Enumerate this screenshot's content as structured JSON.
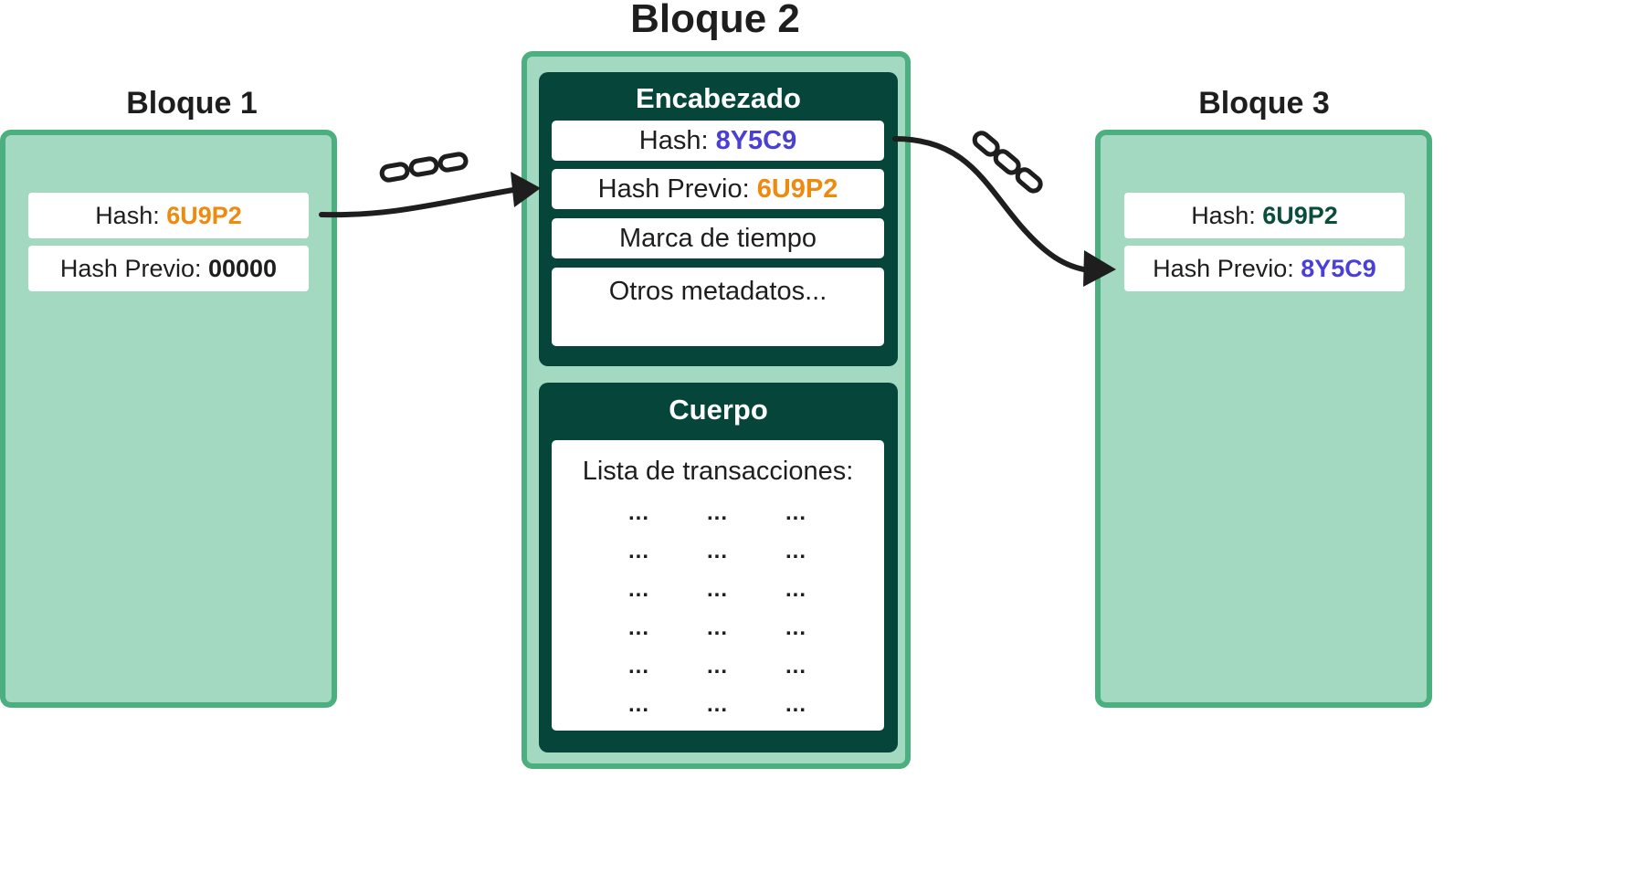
{
  "block1": {
    "title": "Bloque 1",
    "hash_label": "Hash: ",
    "hash_value": "6U9P2",
    "prev_label": "Hash Previo: ",
    "prev_value": "00000"
  },
  "block2": {
    "title": "Bloque 2",
    "header": {
      "title": "Encabezado",
      "hash_label": "Hash: ",
      "hash_value": "8Y5C9",
      "prev_label": "Hash Previo: ",
      "prev_value": "6U9P2",
      "timestamp": "Marca de tiempo",
      "metadata": "Otros metadatos..."
    },
    "body": {
      "title": "Cuerpo",
      "list_title": "Lista de transacciones:",
      "ellipsis": "..."
    }
  },
  "block3": {
    "title": "Bloque 3",
    "hash_label": "Hash: ",
    "hash_value": "6U9P2",
    "prev_label": "Hash Previo: ",
    "prev_value": "8Y5C9"
  },
  "colors": {
    "block_fill": "#a2d9c0",
    "block_border": "#4caf7f",
    "panel": "#06463a",
    "orange": "#ee8a0e",
    "blue": "#4a3fd6",
    "dark_green": "#0b4d3d"
  },
  "icons": [
    "chain-link-icon",
    "arrow-icon"
  ]
}
